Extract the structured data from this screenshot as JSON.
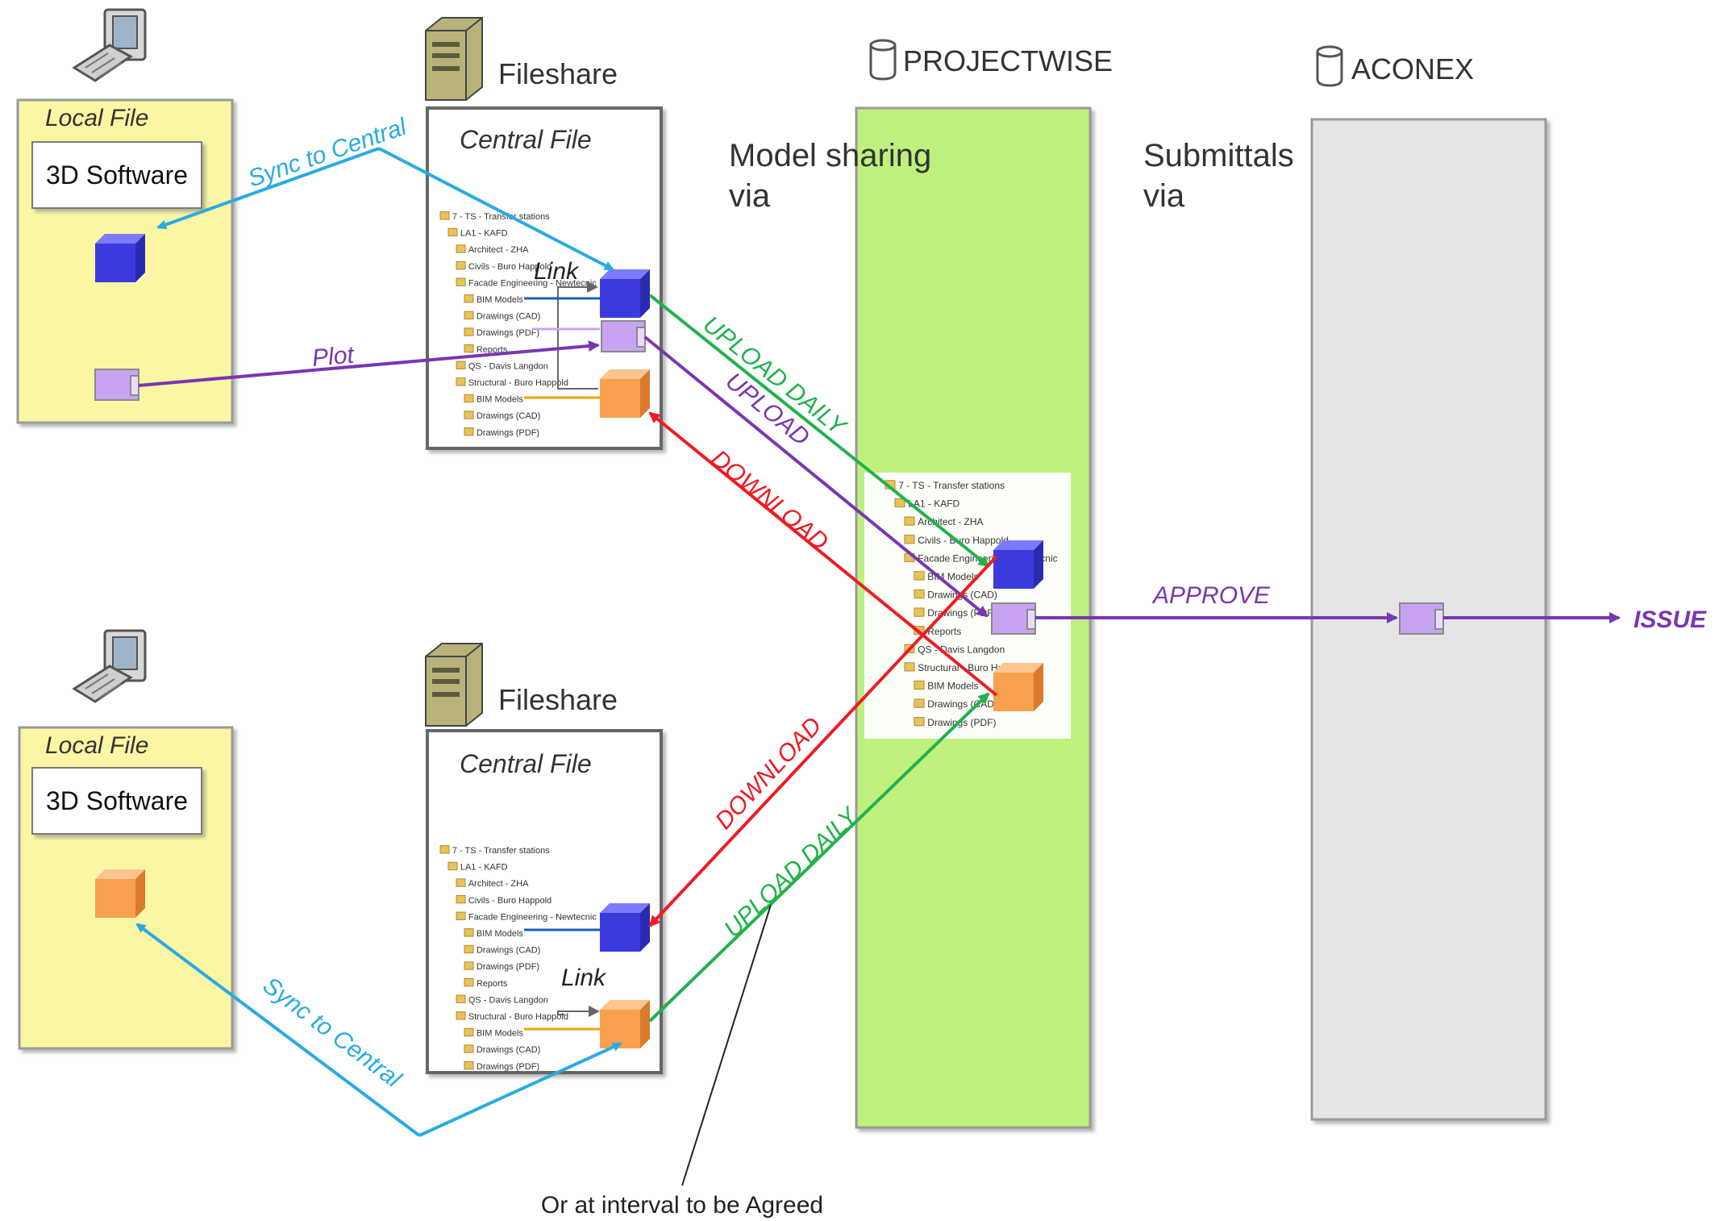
{
  "colors": {
    "local_fill": "#fbf6a4",
    "projectwise_fill": "#bff07e",
    "aconex_fill": "#e5e5e5",
    "sync_arrow": "#29abe2",
    "plot_arrow": "#7a36b1",
    "upload_daily_arrow": "#22b14c",
    "download_arrow": "#ed1c24",
    "cube_blue": "#3b3bdd",
    "cube_orange": "#f7a04e",
    "cube_lilac": "#c8a3f2"
  },
  "icons": [
    "computer-icon",
    "server-icon",
    "database-icon",
    "folder-icon"
  ],
  "systems": {
    "projectwise": {
      "label": "PROJECTWISE",
      "caption_line1": "Model sharing",
      "caption_line2": "via"
    },
    "aconex": {
      "label": "ACONEX",
      "caption_line1": "Submittals",
      "caption_line2": "via"
    }
  },
  "top_group": {
    "local": {
      "title": "Local File",
      "software": "3D Software"
    },
    "fileshare": {
      "label": "Fileshare",
      "central_title": "Central File",
      "link_label": "Link"
    }
  },
  "bottom_group": {
    "local": {
      "title": "Local File",
      "software": "3D Software"
    },
    "fileshare": {
      "label": "Fileshare",
      "central_title": "Central File",
      "link_label": "Link"
    }
  },
  "folder_tree_small": [
    "7 - TS - Transfer stations",
    "LA1 - KAFD",
    "Architect - ZHA",
    "Civils - Buro Happold",
    "Facade Engineering - Newtecnic",
    "BIM Models",
    "Drawings (CAD)",
    "Drawings (PDF)",
    "Reports",
    "QS - Davis Langdon",
    "Structural - Buro Happold",
    "BIM Models",
    "Drawings (CAD)",
    "Drawings (PDF)"
  ],
  "folder_tree_pw": [
    "7 - TS - Transfer stations",
    "LA1 - KAFD",
    "Architect - ZHA",
    "Civils - Buro Happold",
    "Facade Engineering - Newtecnic",
    "BIM Models",
    "Drawings (CAD)",
    "Drawings (PDF)",
    "Reports",
    "QS - Davis Langdon",
    "Structural - Buro Happold",
    "BIM Models",
    "Drawings (CAD)",
    "Drawings (PDF)"
  ],
  "arrows": {
    "sync_top": "Sync to Central",
    "plot": "Plot",
    "upload_daily_top": "UPLOAD DAILY",
    "upload": "UPLOAD",
    "download_top": "DOWNLOAD",
    "download_bottom": "DOWNLOAD",
    "upload_daily_bottom": "UPLOAD DAILY",
    "sync_bottom": "Sync to Central",
    "approve": "APPROVE",
    "issue": "ISSUE"
  },
  "note": "Or at interval to be Agreed"
}
